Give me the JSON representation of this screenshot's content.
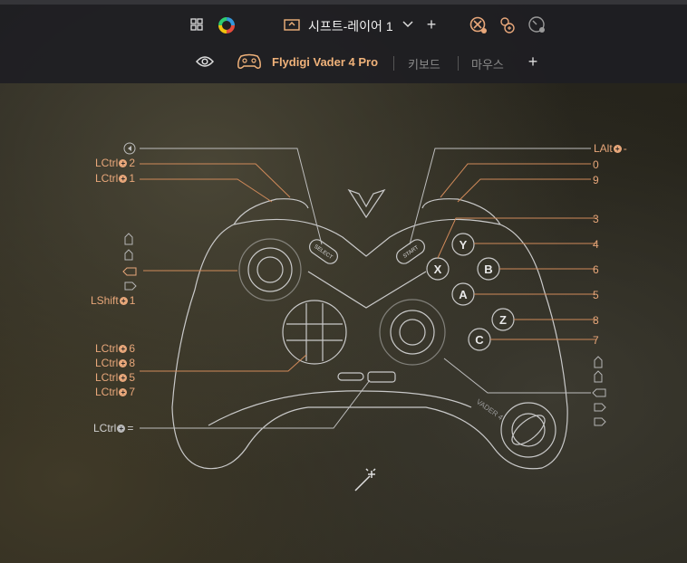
{
  "toolbar": {
    "layer_name": "시프트-레이어 1",
    "add_label": "+",
    "controller_name": "Flydigi Vader 4 Pro",
    "tab_keyboard": "키보드",
    "tab_mouse": "마우스",
    "add_tab_label": "+"
  },
  "controller": {
    "select_label": "SELECT",
    "start_label": "START",
    "brand_text": "VADER 4",
    "face_buttons": {
      "y": "Y",
      "x": "X",
      "b": "B",
      "a": "A",
      "z": "Z",
      "c": "C"
    }
  },
  "mappings": {
    "left": {
      "lb_key": "LCtrl",
      "lb_value": "2",
      "lt_key": "LCtrl",
      "lt_value": "1",
      "l3_key": "LShift",
      "l3_value": "1",
      "dpad_up_key": "LCtrl",
      "dpad_up_value": "6",
      "dpad_down_key": "LCtrl",
      "dpad_down_value": "8",
      "dpad_left_key": "LCtrl",
      "dpad_left_value": "5",
      "dpad_right_key": "LCtrl",
      "dpad_right_value": "7",
      "back_key": "LCtrl",
      "back_value": "="
    },
    "right": {
      "start_key": "LAlt",
      "start_value": "-",
      "rb_value": "0",
      "rt_value": "9",
      "y_value": "3",
      "x_value": "4",
      "b_value": "6",
      "a_value": "5",
      "z_value": "8",
      "c_value": "7"
    }
  },
  "colors": {
    "accent": "#e8a77a",
    "line": "#bfbfbf",
    "highlight": "#f0b27a"
  }
}
